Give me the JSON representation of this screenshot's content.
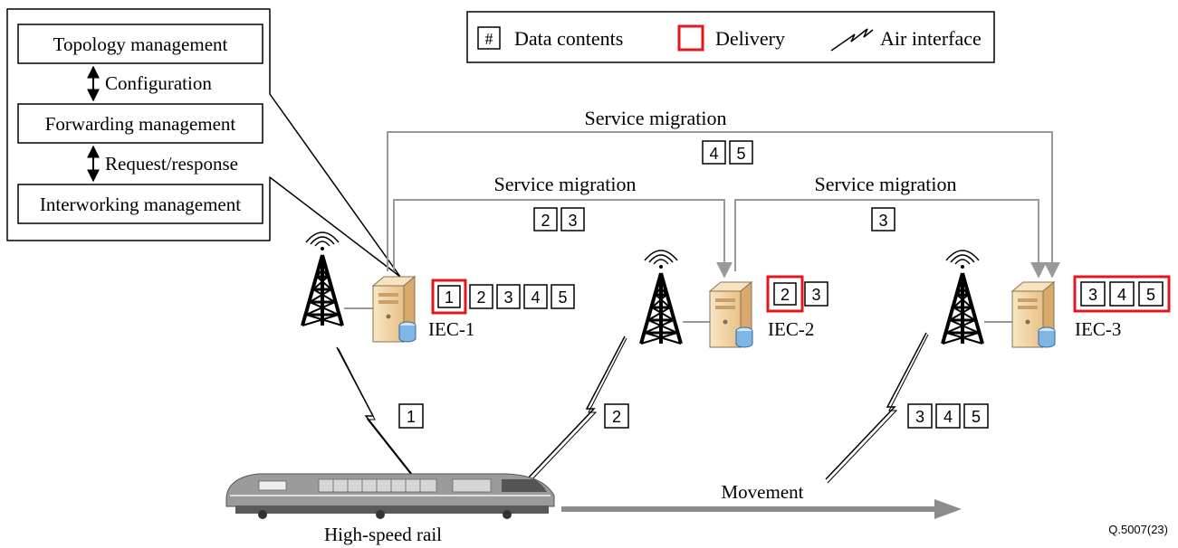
{
  "legend": {
    "data_symbol": "#",
    "data_label": "Data contents",
    "delivery_label": "Delivery",
    "air_label": "Air interface"
  },
  "management": {
    "topology": "Topology management",
    "forwarding": "Forwarding management",
    "interworking": "Interworking management",
    "configuration": "Configuration",
    "request_response": "Request/response"
  },
  "migrations": {
    "long": {
      "label": "Service migration",
      "contents": [
        "4",
        "5"
      ]
    },
    "first": {
      "label": "Service migration",
      "contents": [
        "2",
        "3"
      ]
    },
    "second": {
      "label": "Service migration",
      "contents": [
        "3"
      ]
    }
  },
  "servers": [
    {
      "name": "IEC-1",
      "delivered": [
        "1"
      ],
      "pending": [
        "2",
        "3",
        "4",
        "5"
      ]
    },
    {
      "name": "IEC-2",
      "delivered": [
        "2"
      ],
      "pending": [
        "3"
      ]
    },
    {
      "name": "IEC-3",
      "delivered": [
        "3",
        "4",
        "5"
      ],
      "pending": []
    }
  ],
  "air_links": [
    {
      "contents": [
        "1"
      ]
    },
    {
      "contents": [
        "2"
      ]
    },
    {
      "contents": [
        "3",
        "4",
        "5"
      ]
    }
  ],
  "train_label": "High-speed rail",
  "movement_label": "Movement",
  "figure_id": "Q.5007(23)",
  "colors": {
    "delivery": "#e0191f",
    "line": "#999999",
    "server": "#f3d7a8"
  }
}
